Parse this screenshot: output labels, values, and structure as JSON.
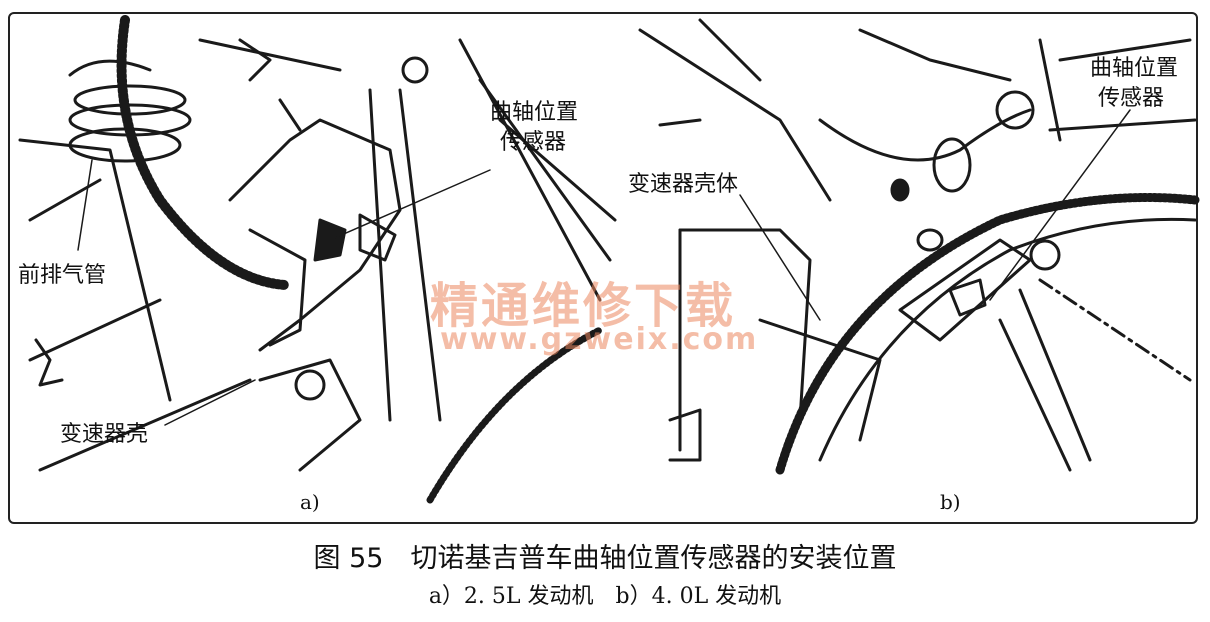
{
  "panels": {
    "a": {
      "sublabel": "a)",
      "labels": {
        "exhaust_pipe": "前排气管",
        "sensor": [
          "曲轴位置",
          "传感器"
        ],
        "housing": "变速器壳"
      }
    },
    "b": {
      "sublabel": "b)",
      "labels": {
        "sensor": [
          "曲轴位置",
          "传感器"
        ],
        "housing": "变速器壳体"
      }
    }
  },
  "watermark": {
    "text": "精通维修下载",
    "url": "www.gzweix.com"
  },
  "caption": {
    "title": "图 55　切诺基吉普车曲轴位置传感器的安装位置",
    "subtitle": "a）2. 5L 发动机　b）4. 0L 发动机"
  }
}
